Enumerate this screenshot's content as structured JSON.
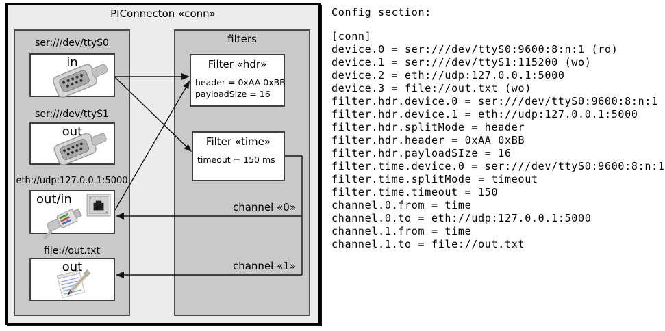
{
  "diagram": {
    "title": "PIConnecton «conn»",
    "devices": {
      "items": [
        {
          "label": "ser:///dev/ttyS0",
          "direction": "in"
        },
        {
          "label": "ser:///dev/ttyS1",
          "direction": "out"
        },
        {
          "label": "eth://udp:127.0.0.1:5000",
          "direction": "out/in"
        },
        {
          "label": "file://out.txt",
          "direction": "out"
        }
      ]
    },
    "filters": {
      "label": "filters",
      "items": [
        {
          "title": "Filter «hdr»",
          "params": [
            "header = 0xAA 0xBB",
            "payloadSize = 16"
          ]
        },
        {
          "title": "Filter «time»",
          "params": [
            "timeout = 150 ms"
          ]
        }
      ]
    },
    "channels": [
      {
        "label": "channel «0»"
      },
      {
        "label": "channel «1»"
      }
    ]
  },
  "config": {
    "heading": "Config section:",
    "lines": [
      "[conn]",
      "device.0 = ser:///dev/ttyS0:9600:8:n:1 (ro)",
      "device.1 = ser:///dev/ttyS1:115200 (wo)",
      "device.2 = eth://udp:127.0.0.1:5000",
      "device.3 = file://out.txt (wo)",
      "filter.hdr.device.0 = ser:///dev/ttyS0:9600:8:n:1",
      "filter.hdr.device.1 = eth://udp:127.0.0.1:5000",
      "filter.hdr.splitMode = header",
      "filter.hdr.header = 0xAA 0xBB",
      "filter.hdr.payloadSIze = 16",
      "filter.time.device.0 = ser:///dev/ttyS0:9600:8:n:1",
      "filter.time.splitMode = timeout",
      "filter.time.timeout = 150",
      "channel.0.from = time",
      "channel.0.to = eth://udp:127.0.0.1:5000",
      "channel.1.from = time",
      "channel.1.to = file://out.txt"
    ]
  },
  "colors": {
    "outer_background": "#ececec",
    "panel_gray": "#c9c9c9",
    "box_white": "#ffffff",
    "border_black": "#000000",
    "line_dark": "#141414"
  }
}
